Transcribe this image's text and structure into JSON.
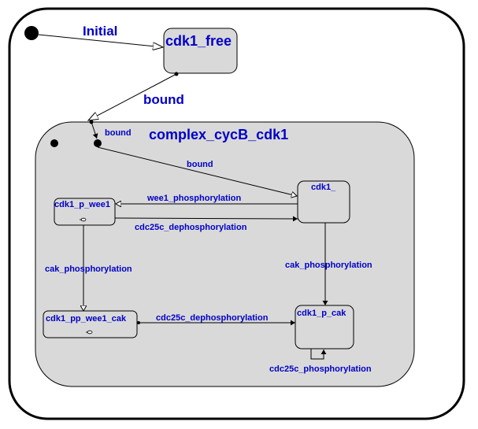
{
  "diagram": {
    "states": {
      "cdk1_free": "cdk1_free",
      "complex": "complex_cycB_cdk1",
      "cdk1_p_wee1": "cdk1_p_wee1",
      "cdk1_": "cdk1_",
      "cdk1_pp_wee1_cak": "cdk1_pp_wee1_cak",
      "cdk1_p_cak": "cdk1_p_cak"
    },
    "transitions": {
      "initial": "Initial",
      "bound_outer": "bound",
      "bound_inner_small": "bound",
      "bound_inner": "bound",
      "wee1_phosphorylation": "wee1_phosphorylation",
      "cdc25c_dephosphorylation_top": "cdc25c_dephosphorylation",
      "cak_phosphorylation_left": "cak_phosphorylation",
      "cak_phosphorylation_right": "cak_phosphorylation",
      "cdc25c_dephosphorylation_bottom": "cdc25c_dephosphorylation",
      "cdc25c_phosphorylation": "cdc25c_phosphorylation"
    },
    "colors": {
      "state_fill": "#d9d9d9",
      "label": "#0000c8",
      "line": "#000000"
    }
  }
}
